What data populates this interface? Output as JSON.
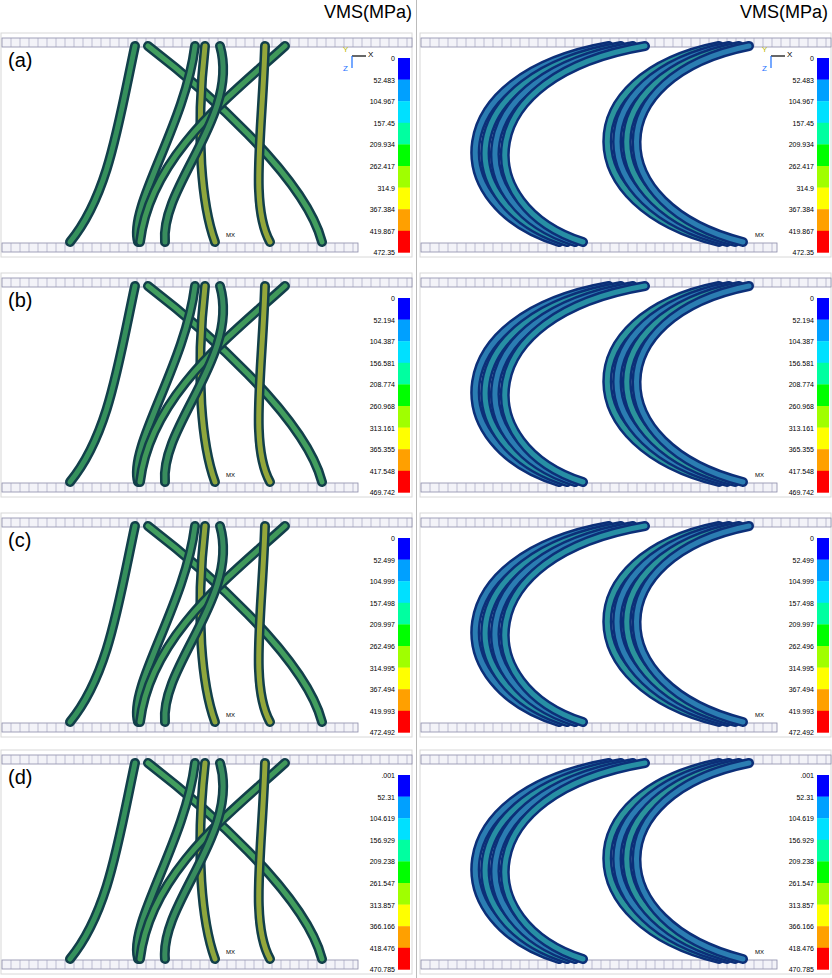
{
  "diagram": {
    "labels": [
      "VMS(MPa)",
      "VMS(MPa)",
      "(a)",
      "Y",
      "X",
      "Z",
      "0",
      "52.483",
      "104.967",
      "157.45",
      "209.934",
      "262.417",
      "314.9",
      "367.384",
      "419.867",
      "472.35",
      "MX",
      "Y",
      "X",
      "Z",
      "0",
      "52.483",
      "104.967",
      "157.45",
      "209.934",
      "262.417",
      "314.9",
      "367.384",
      "419.867",
      "472.35",
      "MX",
      "(b)",
      "0",
      "52.194",
      "104.387",
      "156.581",
      "208.774",
      "260.968",
      "313.161",
      "365.355",
      "417.548",
      "469.742",
      "MX",
      "0",
      "52.194",
      "104.387",
      "156.581",
      "208.774",
      "260.968",
      "313.161",
      "365.355",
      "417.548",
      "469.742",
      "MX",
      "(c)",
      "0",
      "52.499",
      "104.999",
      "157.498",
      "209.997",
      "262.496",
      "314.995",
      "367.494",
      "419.993",
      "472.492",
      "MX",
      "0",
      "52.499",
      "104.999",
      "157.498",
      "209.997",
      "262.496",
      "314.995",
      "367.494",
      "419.993",
      "472.492",
      "MX",
      "(d)",
      ".001",
      "52.31",
      "104.619",
      "156.929",
      "209.238",
      "261.547",
      "313.857",
      "366.166",
      "418.476",
      "470.785",
      "MX",
      ".001",
      "52.31",
      "104.619",
      "156.929",
      "209.238",
      "261.547",
      "313.857",
      "366.166",
      "418.476",
      "470.785",
      "MX"
    ]
  }
}
